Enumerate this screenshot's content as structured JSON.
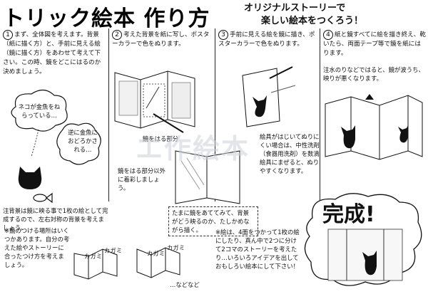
{
  "header": {
    "title": "トリック絵本 作り方",
    "subtitle_line1": "オリジナルストーリーで",
    "subtitle_line2": "楽しい絵本をつくろう！"
  },
  "steps": [
    {
      "num": "1",
      "text": "まず、全体図を考えます。背景（紙に描く方）と、手前に見える絵（鏡に描く方）をあわせて考えて下さい。この時、鏡をどこにはるのか決めましょう。"
    },
    {
      "num": "2",
      "text": "考えた背景を紙に写し、ポスターカラーで色をぬります。"
    },
    {
      "num": "3",
      "text": "手前に見える絵を鏡に描き、ポスターカラーで色をぬります。"
    },
    {
      "num": "4",
      "text": "紙と鏡すべてに絵を描き終え、乾いたら、両面テープ等で鏡を紙にはります。"
    }
  ],
  "bubble1": "ネコが金魚をねらっている…",
  "bubble2": "逆に金魚におどろかされる…",
  "step1_note": "注背景は鏡に映る事で1枚の絵として完成するので、左右対称の背景を考えましょう。",
  "step2_label_mirror": "鏡をはる部分",
  "step2_label_outside": "鏡をはる部分以外に着彩しましょう。",
  "step2_tip": "たまに鏡をあててみて、背景がどう映るのか、たしかめながら描く。",
  "step3_tip": "絵具がはじいてぬりにくい場合は、中性洗剤（食器用洗剤）を数滴絵具にまぜると、ぬりやすくなります。",
  "step4_note": "注水のりなどではると、鏡が波うち、映りが悪くなります。",
  "kansei": "完成!",
  "bottom_left_note": "※鏡のつける場所はいくつかあります。自分の考えた絵やストーリーに合ったつけ方を考えましょう。",
  "kagami_label": "カガミ",
  "etc_label": "…などなど",
  "bottom_right_note": "※絵は、4面をつかって1枚の絵にしたり、真ん中で2つに分けて2コマのストーリーを考えたり…いろいろアイデアを出しておもしろい絵本にして下さい！",
  "watermark": "エ作絵本"
}
